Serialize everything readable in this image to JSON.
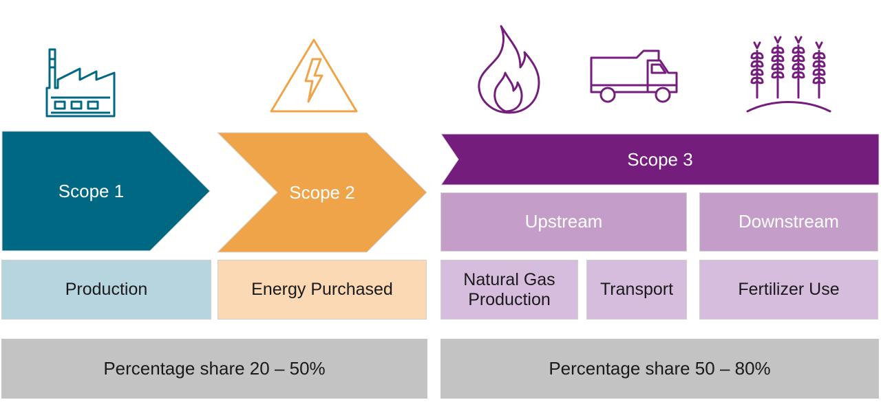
{
  "colors": {
    "teal": "#006882",
    "orange": "#f0a44a",
    "purple": "#741d7c",
    "purple_mid": "#c49ec9",
    "purple_light": "#d6bcdd",
    "teal_light": "#b7d5de",
    "orange_light": "#fad9b4",
    "grey": "#c3c3c3"
  },
  "icons": [
    "factory-icon",
    "high-voltage-icon",
    "flame-icon",
    "truck-icon",
    "wheat-icon"
  ],
  "scopes": {
    "scope1": {
      "label": "Scope 1",
      "category": "Production"
    },
    "scope2": {
      "label": "Scope 2",
      "category": "Energy Purchased"
    },
    "scope3": {
      "label": "Scope 3",
      "upstream": {
        "label": "Upstream",
        "items": [
          "Natural Gas Production",
          "Transport"
        ]
      },
      "downstream": {
        "label": "Downstream",
        "items": [
          "Fertilizer Use"
        ]
      }
    }
  },
  "shares": {
    "left": "Percentage share 20 – 50%",
    "right": "Percentage share 50 – 80%"
  }
}
